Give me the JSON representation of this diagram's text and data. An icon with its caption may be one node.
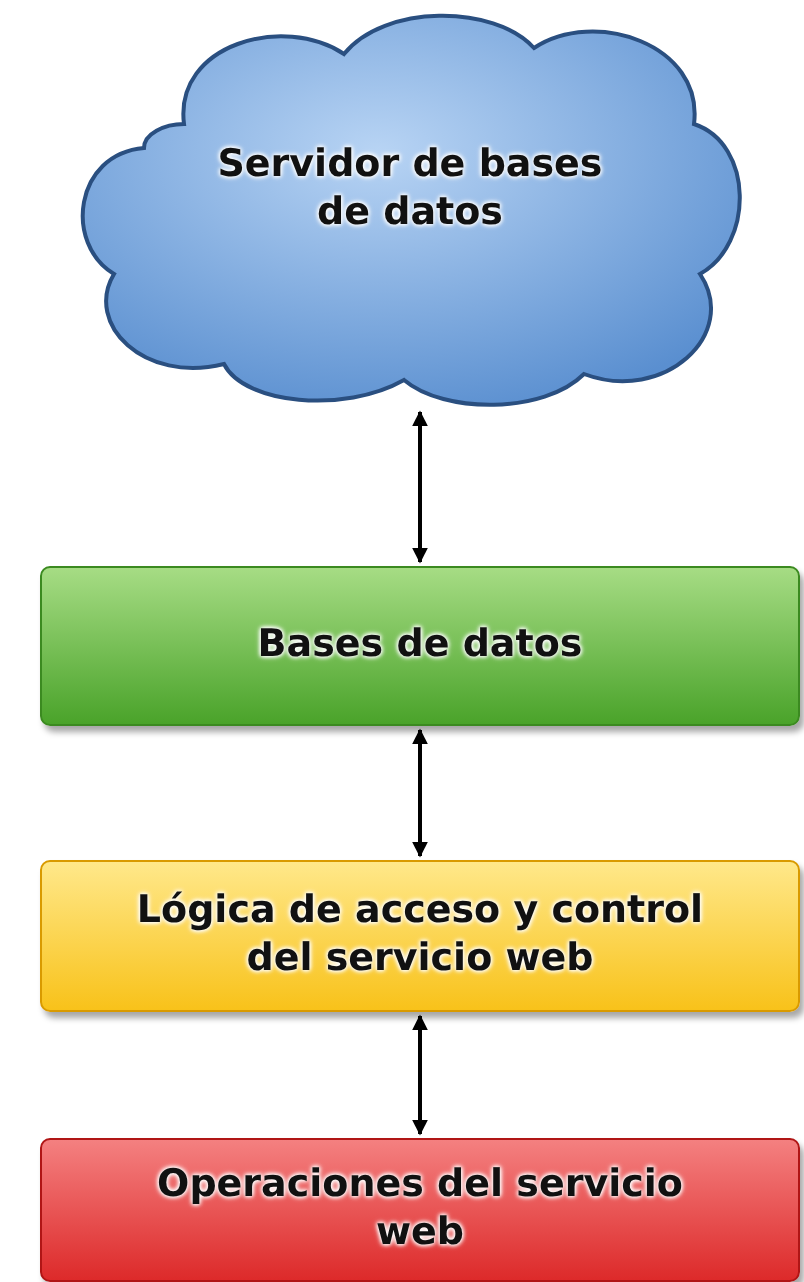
{
  "diagram": {
    "nodes": [
      {
        "text": [
          "Servidor de bases de datos"
        ]
      },
      {
        "text": [
          "Bases de datos"
        ]
      },
      {
        "text": [
          "Lógica de acceso y control del servicio web"
        ]
      },
      {
        "text": [
          "Operaciones del servicio web"
        ]
      }
    ],
    "edges": [
      {
        "from": 0,
        "to": 1,
        "arrow": "both"
      },
      {
        "from": 1,
        "to": 2,
        "arrow": "both"
      },
      {
        "from": 2,
        "to": 3,
        "arrow": "both"
      }
    ]
  }
}
